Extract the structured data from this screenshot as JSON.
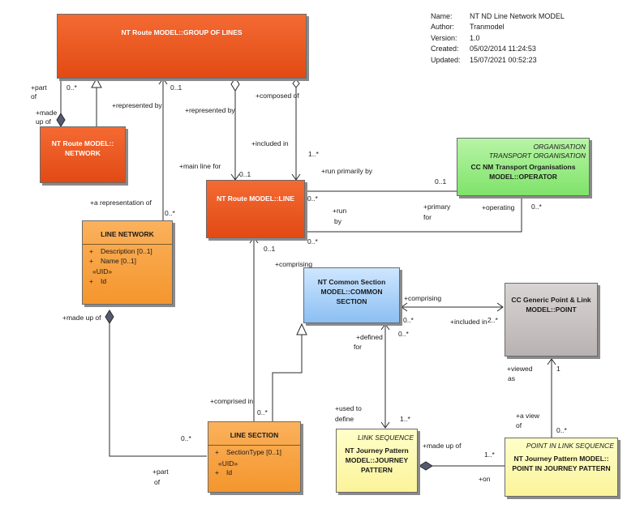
{
  "meta": {
    "name_key": "Name:",
    "name_val": "NT ND Line Network MODEL",
    "author_key": "Author:",
    "author_val": "Tranmodel",
    "version_key": "Version:",
    "version_val": "1.0",
    "created_key": "Created:",
    "created_val": "05/02/2014 11:24:53",
    "updated_key": "Updated:",
    "updated_val": "15/07/2021 00:52:23"
  },
  "classes": {
    "group_of_lines": {
      "title": "NT Route MODEL::GROUP OF LINES"
    },
    "network": {
      "title1": "NT Route MODEL::",
      "title2": "NETWORK"
    },
    "line": {
      "title": "NT Route MODEL::LINE"
    },
    "operator": {
      "ster1": "ORGANISATION",
      "ster2": "TRANSPORT ORGANISATION",
      "title1": "CC NM Transport Organisations",
      "title2": "MODEL::OPERATOR"
    },
    "line_network": {
      "title": "LINE NETWORK",
      "attr1": "Description [0..1]",
      "attr2": "Name [0..1]",
      "stereo": "«UID»",
      "attr3": "Id",
      "vis": "+"
    },
    "common_section": {
      "title1": "NT Common Section",
      "title2": "MODEL::COMMON",
      "title3": "SECTION"
    },
    "point": {
      "title1": "CC Generic Point & Link",
      "title2": "MODEL::POINT"
    },
    "line_section": {
      "title": "LINE SECTION",
      "attr1": "SectionType [0..1]",
      "stereo": "«UID»",
      "attr2": "Id",
      "vis": "+"
    },
    "journey_pattern": {
      "ster": "LINK SEQUENCE",
      "title1": "NT Journey Pattern",
      "title2": "MODEL::JOURNEY",
      "title3": "PATTERN"
    },
    "point_in_jp": {
      "ster": "POINT IN LINK SEQUENCE",
      "title1": "NT Journey Pattern MODEL::",
      "title2": "POINT IN JOURNEY PATTERN"
    }
  },
  "labels": {
    "part_of_1": "+part",
    "part_of_2": "of",
    "m_0star_a": "0..*",
    "made_up_of_1": "+made",
    "made_up_of_2": "up of",
    "represented_by_a": "+represented  by",
    "m_01_a": "0..1",
    "represented_by_b": "+represented by",
    "composed_of": "+composed of",
    "included_in": "+included in",
    "m_1star_a": "1..*",
    "main_line_for": "+main line for",
    "m_01_b": "0..1",
    "run_primarily_by": "+run primarily by",
    "m_01_c": "0..1",
    "m_0star_b": "0..*",
    "primary": "+primary",
    "for": "for",
    "operating": "+operating",
    "m_0star_c": "0..*",
    "run": "+run",
    "by": "by",
    "m_0star_d": "0..*",
    "a_representation_of": "+a representation of",
    "m_0star_e": "0..*",
    "m_01_d": "0..1",
    "comprising_a": "+comprising",
    "comprising_b": "+comprising",
    "m_0star_f": "0..*",
    "included_in_b": "+included in",
    "m_2star": "2..*",
    "defined_1": "+defined",
    "defined_2": "for",
    "m_0star_g": "0..*",
    "made_up_of_b": "+made up of",
    "viewed_1": "+viewed",
    "viewed_2": "as",
    "m_1": "1",
    "comprised_in": "+comprised in",
    "m_0star_h": "0..*",
    "used_1": "+used to",
    "used_2": "define",
    "m_1star_b": "1..*",
    "made_up_of_c": "+made up of",
    "a_view_1": "+a view",
    "a_view_2": "of",
    "m_0star_i": "0..*",
    "m_0star_j": "0..*",
    "part_of_b1": "+part",
    "part_of_b2": "of",
    "m_1star_c": "1..*",
    "on": "+on"
  }
}
